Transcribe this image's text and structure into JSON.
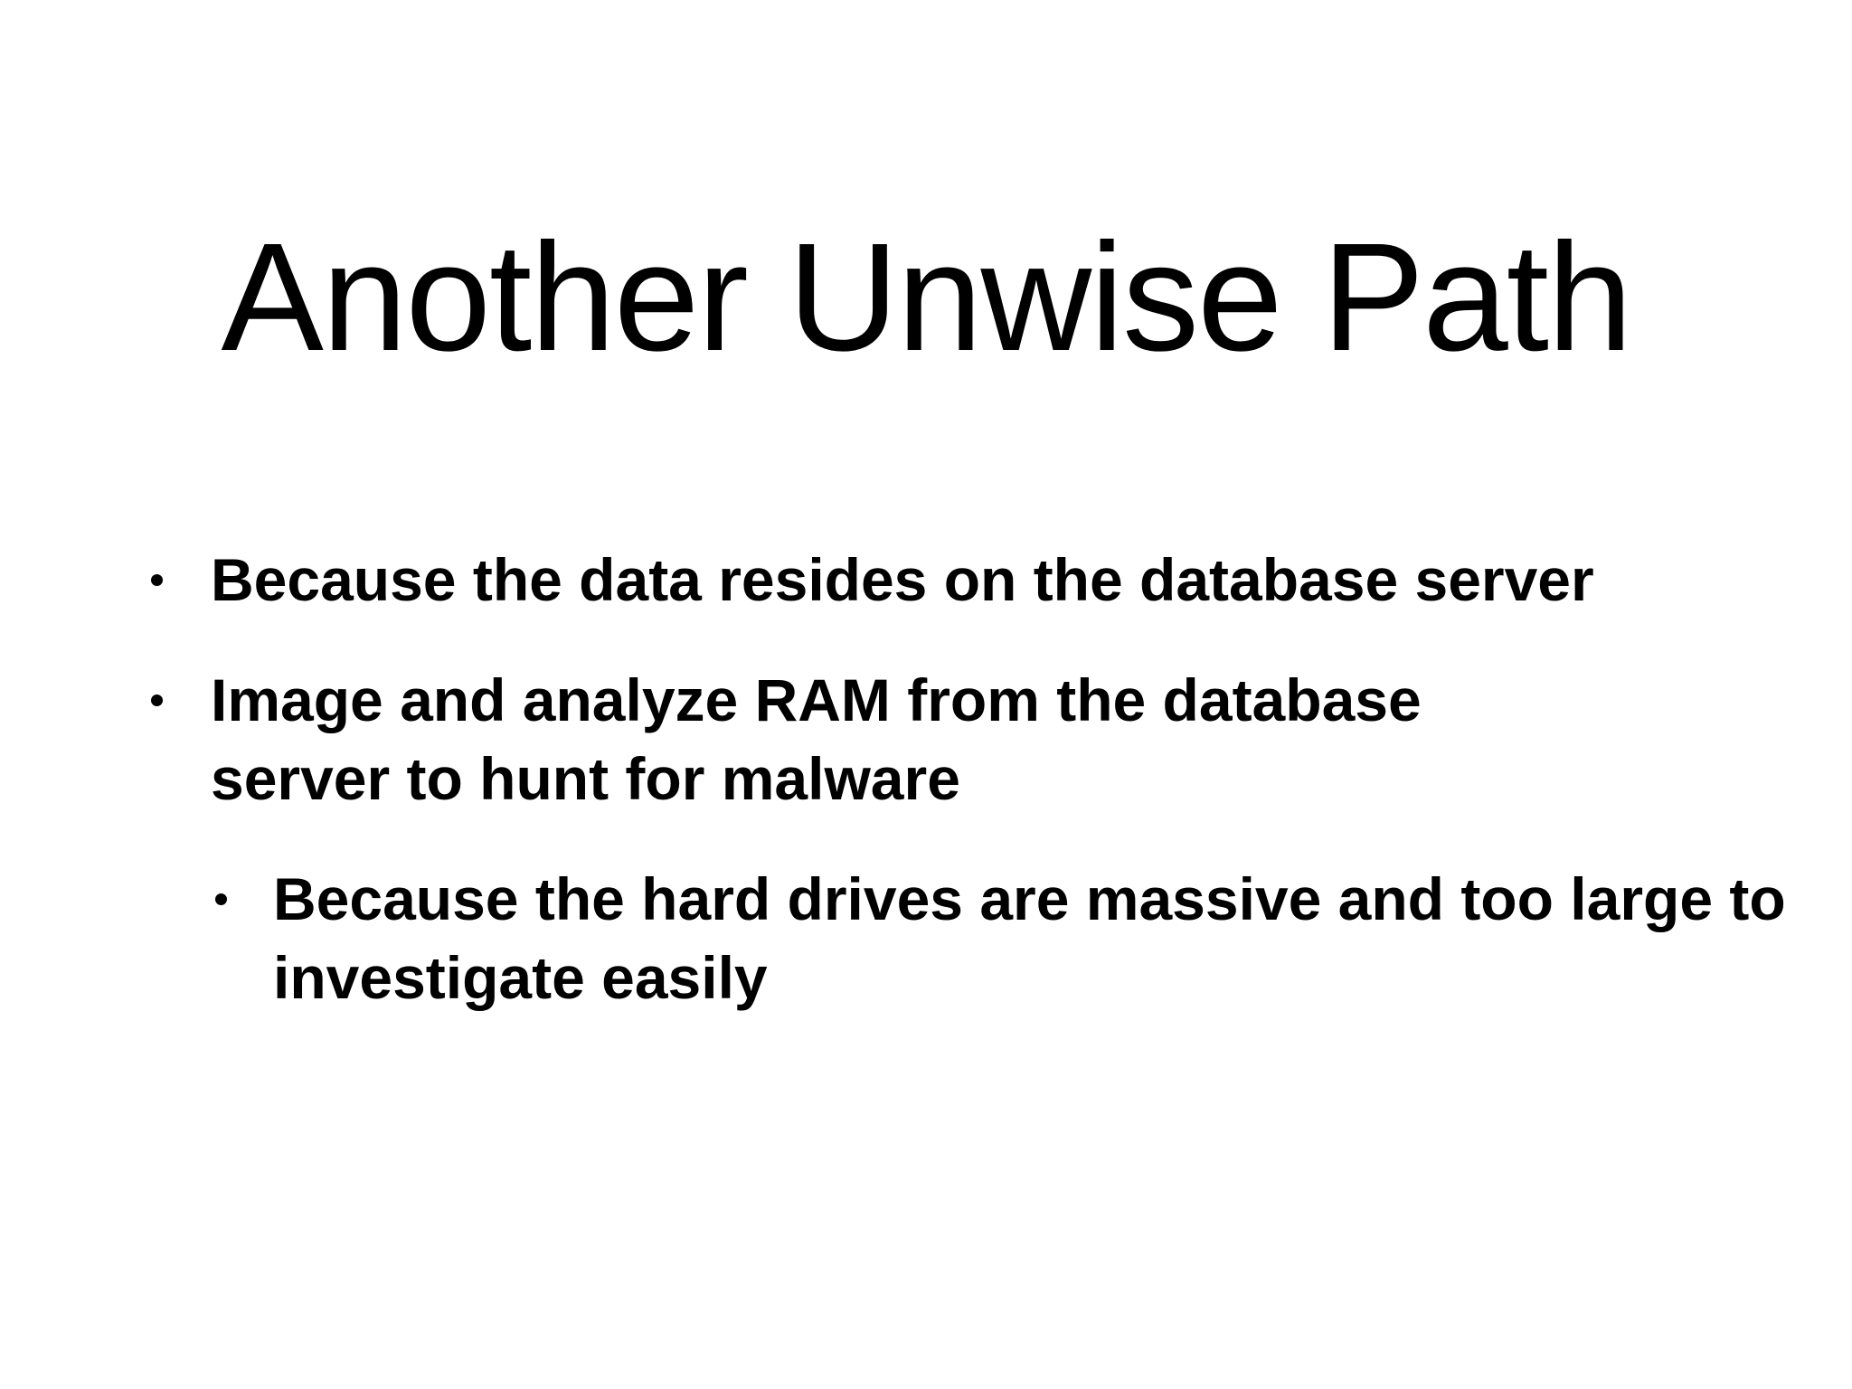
{
  "slide": {
    "title": "Another Unwise Path",
    "bullets": [
      {
        "level": 1,
        "text": "Because the data resides on the database server"
      },
      {
        "level": 1,
        "text": "Image and analyze RAM from the database server to hunt for malware"
      },
      {
        "level": 2,
        "text": "Because the hard drives are massive and too large to investigate easily"
      }
    ],
    "colors": {
      "background": "#ffffff",
      "text": "#000000",
      "bullet_marker": "#000000"
    }
  }
}
